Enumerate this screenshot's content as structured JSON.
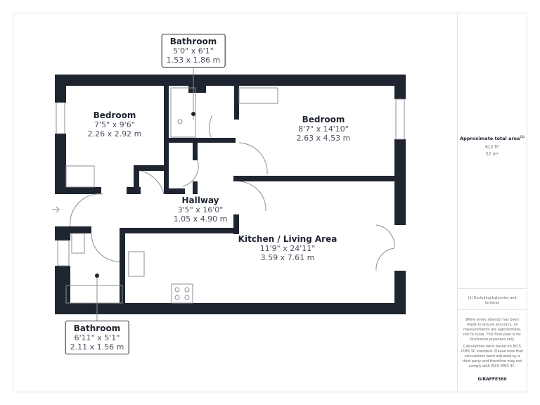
{
  "rooms": {
    "bedroom1": {
      "name": "Bedroom",
      "imperial": "7'5\" x 9'6\"",
      "metric": "2.26 x 2.92 m"
    },
    "bedroom2": {
      "name": "Bedroom",
      "imperial": "8'7\" x 14'10\"",
      "metric": "2.63 x 4.53 m"
    },
    "bathroom_top": {
      "name": "Bathroom",
      "imperial": "5'0\" x 6'1\"",
      "metric": "1.53 x 1.86 m"
    },
    "hallway": {
      "name": "Hallway",
      "imperial": "3'5\" x 16'0\"",
      "metric": "1.05 x 4.90 m"
    },
    "kitchen": {
      "name": "Kitchen / Living Area",
      "imperial": "11'9\" x 24'11\"",
      "metric": "3.59 x 7.61 m"
    },
    "bathroom_bottom": {
      "name": "Bathroom",
      "imperial": "6'11\" x 5'1\"",
      "metric": "2.11 x 1.56 m"
    }
  },
  "sidebar": {
    "area_title": "Approximate total area",
    "area_sup": "(1)",
    "area_ft": "612 ft²",
    "area_m": "57 m²",
    "footnote": "(1) Excluding balconies and terraces",
    "disclaimer": "While every attempt has been made to ensure accuracy, all measurements are approximate, not to scale. This floor plan is for illustrative purposes only.",
    "calc_note": "Calculations were based on RICS IPMS 3C standard. Please note that calculations were adjusted by a third party and therefore may not comply with RICS IPMS 3C.",
    "brand": "GIRAFFE360"
  },
  "colors": {
    "wall": "#1e2530",
    "line": "#8a8f96"
  }
}
